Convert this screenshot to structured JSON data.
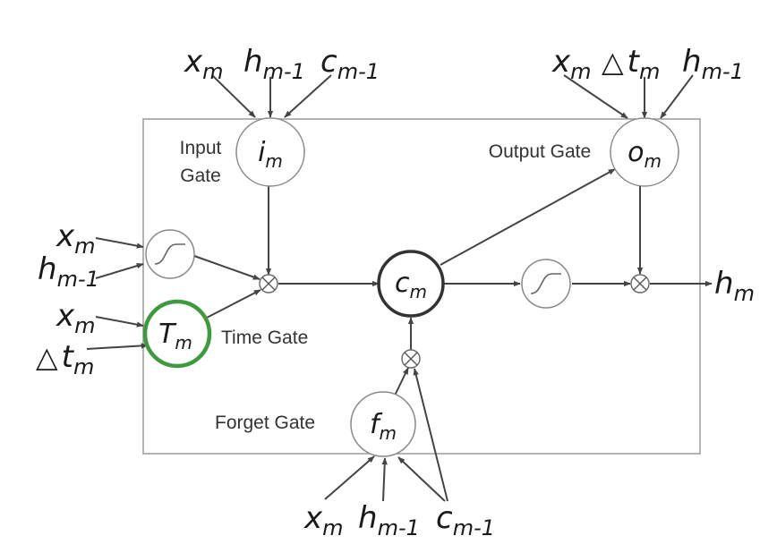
{
  "gates": {
    "input": {
      "label_line1": "Input",
      "label_line2": "Gate",
      "symbol": "i",
      "subscript": "m"
    },
    "output": {
      "label": "Output Gate",
      "symbol": "o",
      "subscript": "m"
    },
    "time": {
      "label": "Time Gate",
      "symbol": "T",
      "subscript": "m"
    },
    "forget": {
      "label": "Forget Gate",
      "symbol": "f",
      "subscript": "m"
    }
  },
  "cell": {
    "symbol": "c",
    "subscript": "m"
  },
  "inputs": {
    "input_gate": [
      {
        "symbol": "x",
        "subscript": "m"
      },
      {
        "symbol": "h",
        "subscript": "m-1"
      },
      {
        "symbol": "c",
        "subscript": "m-1"
      }
    ],
    "output_gate": [
      {
        "symbol": "x",
        "subscript": "m"
      },
      {
        "delta": "△",
        "symbol": "t",
        "subscript": "m"
      },
      {
        "symbol": "h",
        "subscript": "m-1"
      }
    ],
    "candidate": [
      {
        "symbol": "x",
        "subscript": "m"
      },
      {
        "symbol": "h",
        "subscript": "m-1"
      }
    ],
    "time_gate": [
      {
        "symbol": "x",
        "subscript": "m"
      },
      {
        "delta": "△",
        "symbol": "t",
        "subscript": "m"
      }
    ],
    "forget_gate": [
      {
        "symbol": "x",
        "subscript": "m"
      },
      {
        "symbol": "h",
        "subscript": "m-1"
      },
      {
        "symbol": "c",
        "subscript": "m-1"
      }
    ]
  },
  "output": {
    "symbol": "h",
    "subscript": "m"
  },
  "colors": {
    "time_gate_ring": "#3d9a3d",
    "cell_ring": "#333333",
    "arrows": "#444444"
  }
}
